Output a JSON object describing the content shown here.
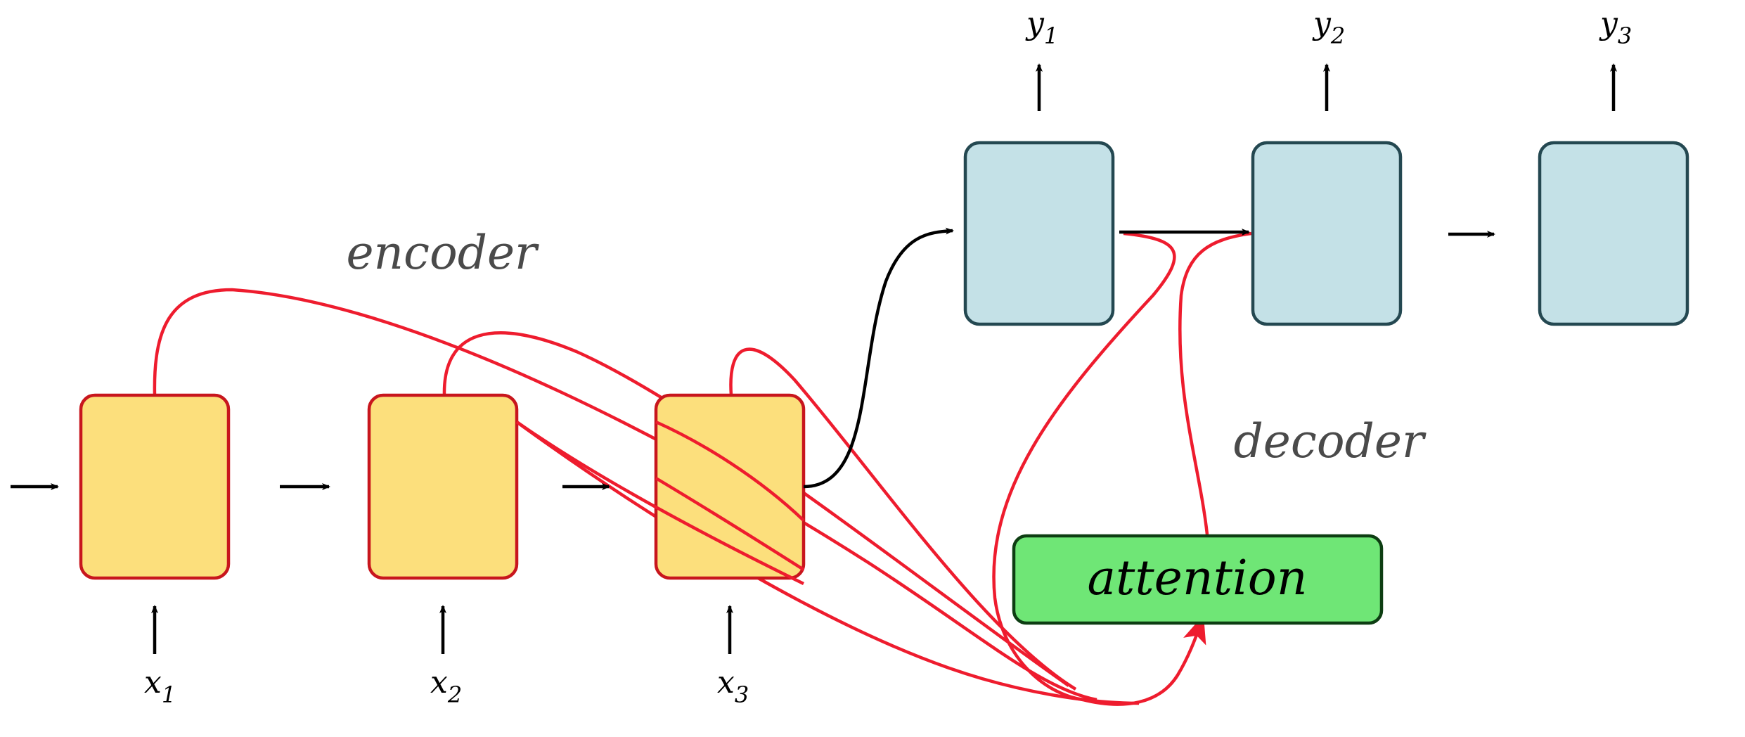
{
  "labels": {
    "encoder": "encoder",
    "decoder": "decoder",
    "attention": "attention"
  },
  "inputs": [
    {
      "base": "x",
      "sub": "1"
    },
    {
      "base": "x",
      "sub": "2"
    },
    {
      "base": "x",
      "sub": "3"
    }
  ],
  "outputs": [
    {
      "base": "y",
      "sub": "1"
    },
    {
      "base": "y",
      "sub": "2"
    },
    {
      "base": "y",
      "sub": "3"
    }
  ],
  "colors": {
    "encoder_fill": "#fcdf7c",
    "encoder_stroke": "#c8161d",
    "decoder_fill": "#c4e1e7",
    "decoder_stroke": "#244851",
    "attention_fill": "#6fe676",
    "attention_stroke": "#0d3d12",
    "attention_line": "#ee1c2e",
    "arrow": "#000000",
    "section_text": "#4a4a4a"
  }
}
